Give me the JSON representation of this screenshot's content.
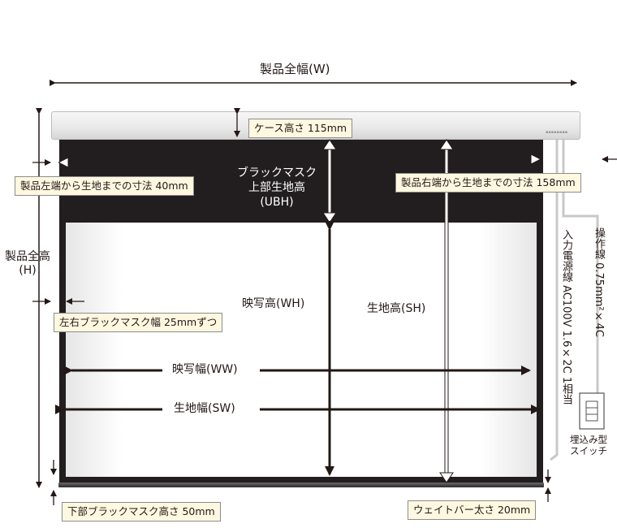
{
  "width_label": "製品全幅(W)",
  "height_label": "製品全高\n(H)",
  "case_height": "ケース高さ 115mm",
  "left_to_fabric": "製品左端から生地までの寸法 40mm",
  "right_to_fabric": "製品右端から生地までの寸法 158mm",
  "upper_black_mask": "ブラックマスク\n上部生地高\n(UBH)",
  "side_black_mask": "左右ブラックマスク幅 25mmずつ",
  "image_height": "映写高(WH)",
  "fabric_height": "生地高(SH)",
  "image_width": "映写幅(WW)",
  "fabric_width": "生地幅(SW)",
  "bottom_black_mask": "下部ブラックマスク高さ 50mm",
  "weight_bar": "ウェイトバー太さ 20mm",
  "power_cable": "入力電源線 AC100V 1.6×2C 1相当",
  "control_cable": "操作線 0.75mm²×4C",
  "switch_label": "埋込み型\nスイッチ",
  "colors": {
    "frame": "#221e1f",
    "label_bg": "#fff8e1",
    "arrow": "#231815",
    "cable": "#bdbdbd"
  }
}
